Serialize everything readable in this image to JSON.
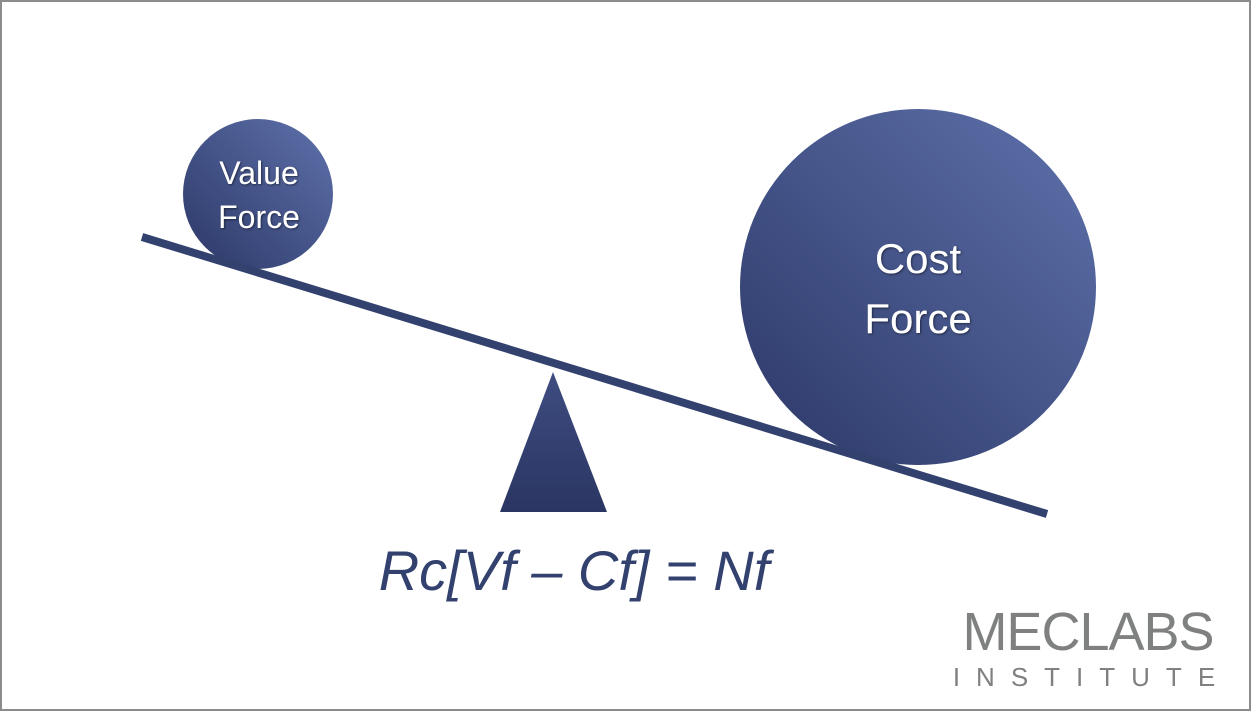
{
  "diagram": {
    "value_force": {
      "line1": "Value",
      "line2": "Force"
    },
    "cost_force": {
      "line1": "Cost",
      "line2": "Force"
    },
    "formula": "Rc[Vf – Cf] = Nf"
  },
  "logo": {
    "name": "MECLABS",
    "subtitle": "INSTITUTE"
  },
  "colors": {
    "primary": "#33416f",
    "circle_light": "#5e70aa",
    "circle_dark": "#2e3a68",
    "logo_gray": "#7f8180"
  }
}
